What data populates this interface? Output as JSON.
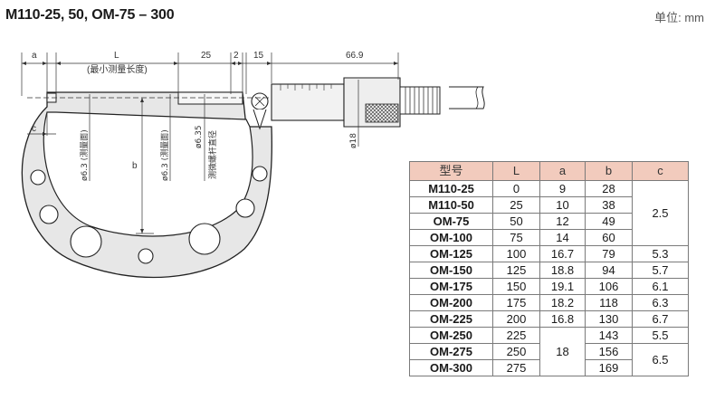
{
  "title": "M110-25, 50, OM-75 – 300",
  "unit": "单位: mm",
  "dimensions": {
    "a": "a",
    "L": "L",
    "L_note": "(最小测量长度)",
    "d25": "25",
    "d2": "2",
    "d15": "15",
    "d669": "66.9",
    "c": "c",
    "b": "b",
    "phi63_a": "ø6.3 (测量面)",
    "phi63_b": "ø6.3 (测量面)",
    "phi635": "ø6.35",
    "spindle_note": "测微螺杆直径",
    "phi18": "ø18"
  },
  "table": {
    "headers": [
      "型号",
      "L",
      "a",
      "b",
      "c"
    ],
    "rows": [
      {
        "model": "M110-25",
        "L": "0",
        "a": "9",
        "b": "28"
      },
      {
        "model": "M110-50",
        "L": "25",
        "a": "10",
        "b": "38"
      },
      {
        "model": "OM-75",
        "L": "50",
        "a": "12",
        "b": "49"
      },
      {
        "model": "OM-100",
        "L": "75",
        "a": "14",
        "b": "60"
      },
      {
        "model": "OM-125",
        "L": "100",
        "a": "16.7",
        "b": "79",
        "c": "5.3"
      },
      {
        "model": "OM-150",
        "L": "125",
        "a": "18.8",
        "b": "94",
        "c": "5.7"
      },
      {
        "model": "OM-175",
        "L": "150",
        "a": "19.1",
        "b": "106",
        "c": "6.1"
      },
      {
        "model": "OM-200",
        "L": "175",
        "a": "18.2",
        "b": "118",
        "c": "6.3"
      },
      {
        "model": "OM-225",
        "L": "200",
        "a": "16.8",
        "b": "130",
        "c": "6.7"
      },
      {
        "model": "OM-250",
        "L": "225",
        "b": "143",
        "c": "5.5"
      },
      {
        "model": "OM-275",
        "L": "250",
        "b": "156"
      },
      {
        "model": "OM-300",
        "L": "275",
        "b": "169"
      }
    ],
    "c_merged_1_4": "2.5",
    "a_merged_10_12": "18",
    "c_merged_11_12": "6.5"
  }
}
